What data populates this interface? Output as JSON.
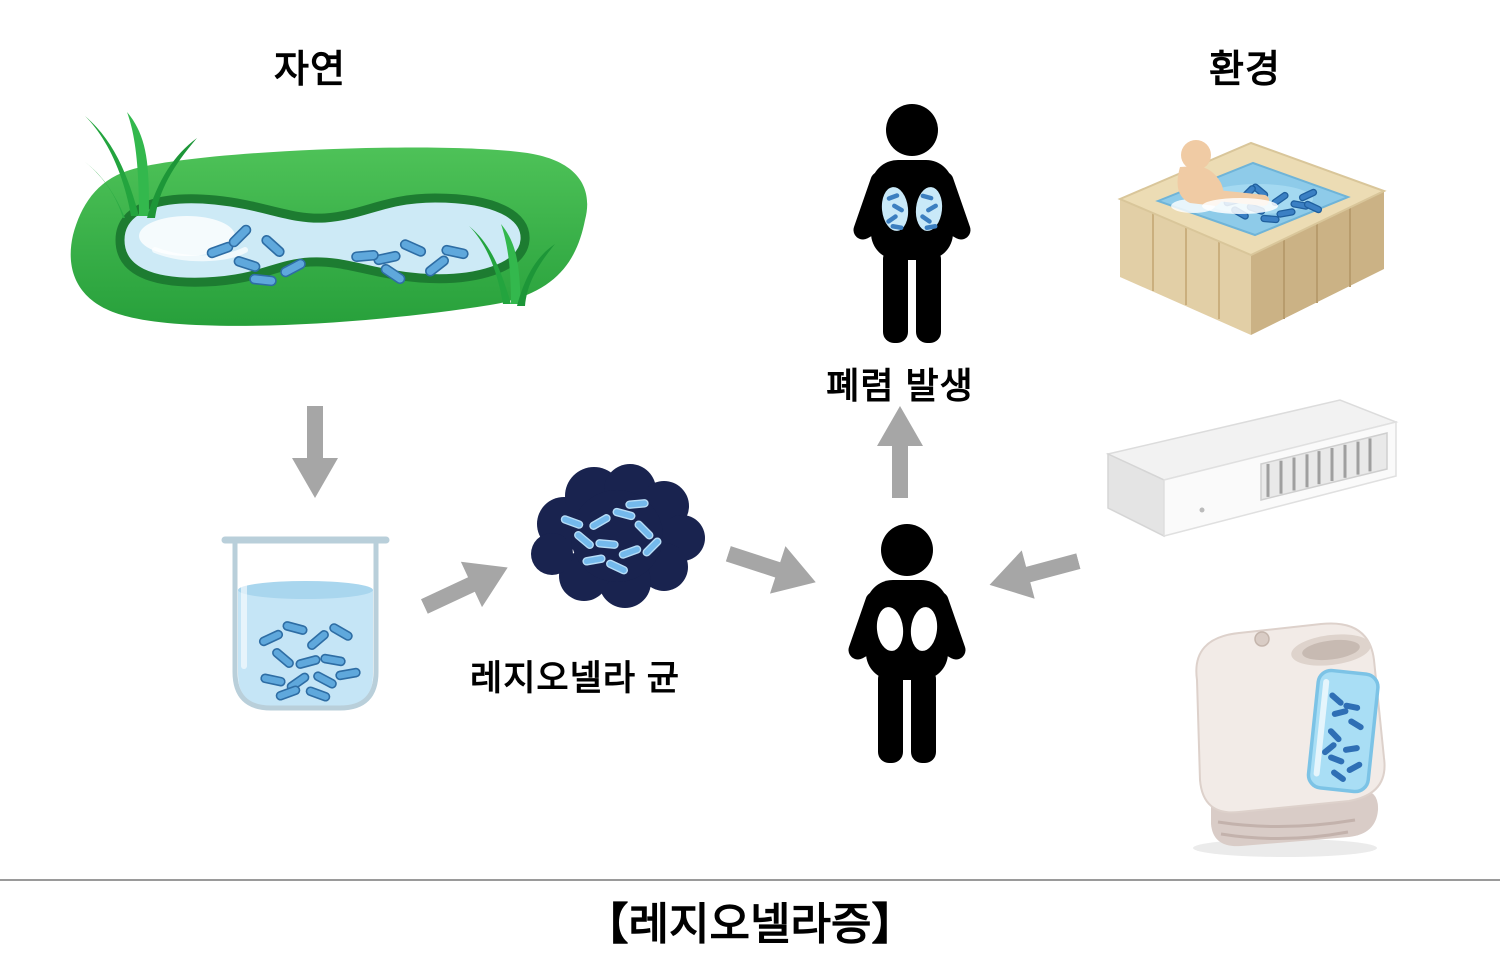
{
  "diagram": {
    "title": "【레지오넬라증】",
    "nature_section": {
      "label": "자연"
    },
    "environment_section": {
      "label": "환경"
    },
    "center_flow": {
      "bacteria_label": "레지오넬라 균",
      "pneumonia_label": "폐렴 발생"
    },
    "icons": {
      "pond": "natural-pond-with-legionella",
      "beaker": "water-sample-beaker",
      "colony_cloud": "legionella-colony-cloud",
      "person_exposed": "person-silhouette-white-lungs",
      "person_pneumonia": "person-silhouette-infected-lungs",
      "hot_tub": "hot-tub-with-bather",
      "air_conditioner": "air-conditioner-unit",
      "humidifier": "humidifier-with-bacteria-tank",
      "arrows": [
        "pond-to-beaker",
        "beaker-to-cloud",
        "cloud-to-person",
        "person-to-pneumonia",
        "environment-to-person"
      ]
    },
    "colors": {
      "arrow_gray": "#a6a6a6",
      "bacteria_blue": "#5fa8dc",
      "colony_navy": "#19234f",
      "grass_green": "#3ab54a",
      "water_blue": "#c5e5f6",
      "wood_tan": "#e2cfa6",
      "divider_gray": "#9a9a9a",
      "text_black": "#000000"
    }
  }
}
